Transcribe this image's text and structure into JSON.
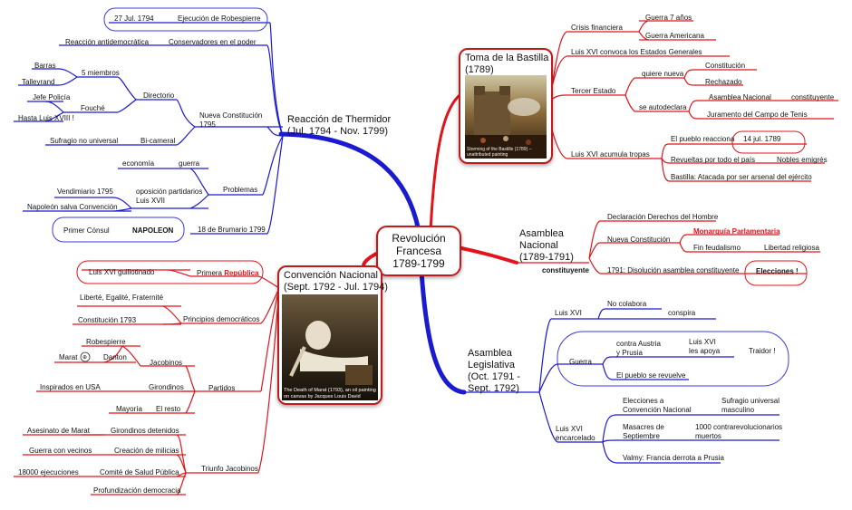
{
  "central": {
    "l1": "Revolución",
    "l2": "Francesa",
    "l3": "1789-1799"
  },
  "colors": {
    "red": "#e1141b",
    "blue": "#1a1ad0",
    "dark_red": "#c21a1a"
  },
  "toma": {
    "title_l1": "Toma de la Bastilla",
    "title_l2": "(1789)",
    "caption": "Storming of the Bastille (1789) – unattributed painting",
    "crisis": "Crisis financiera",
    "guerra7": "Guerra 7 años",
    "guerra_am": "Guerra Americana",
    "luis_convoca": "Luis XVI convoca los Estados Generales",
    "tercer": "Tercer Estado",
    "quiere": "quiere nueva",
    "constitucion": "Constitución",
    "rechazado": "Rechazado",
    "autodeclara": "se autodeclara",
    "asamblea_nac": "Asamblea Nacional",
    "constituyente": "constituyente",
    "juramento": "Juramento del Campo de Tenis",
    "acumula": "Luis XVI acumula tropas",
    "pueblo_reacciona": "El pueblo reacciona",
    "fecha": "14 jul. 1789",
    "revueltas": "Revueltas por todo el país",
    "nobles": "Nobles emigrés",
    "bastilla": "Bastilla: Atacada por ser arsenal del ejército"
  },
  "asamblea_nacional": {
    "title_l1": "Asamblea",
    "title_l2": "Nacional",
    "title_l3": "(1789-1791)",
    "constituyente": "constituyente",
    "declaracion": "Declaración Derechos del Hombre",
    "nueva_const": "Nueva Constitución",
    "monarquia": "Monarquía Parlamentaria",
    "fin_feud": "Fin feudalismo",
    "libertad": "Libertad religiosa",
    "disolucion": "1791: Disolución asamblea constituyente",
    "elecciones": "Elecciones !"
  },
  "asamblea_leg": {
    "title_l1": "Asamblea",
    "title_l2": "Legislativa",
    "title_l3": "(Oct. 1791 -",
    "title_l4": "Sept. 1792)",
    "luis": "Luis XVI",
    "no_colabora": "No colabora",
    "conspira": "conspira",
    "guerra": "Guerra",
    "contra": "contra Austria",
    "prusia": "y Prusia",
    "luisxvi": "Luis XVI",
    "apoya": "les apoya",
    "traidor": "Traidor !",
    "revuelve": "El pueblo se revuelve",
    "encarcelado_l1": "Luis XVI",
    "encarcelado_l2": "encarcelado",
    "elecciones_l1": "Elecciones a",
    "elecciones_l2": "Convención Nacional",
    "sufragio_l1": "Sufragio universal",
    "sufragio_l2": "masculino",
    "masacres_l1": "Masacres de",
    "masacres_l2": "Septiembre",
    "mil_l1": "1000 contrarevolucionarios",
    "mil_l2": "muertos",
    "valmy": "Valmy: Francia derrota a Prusia"
  },
  "thermidor": {
    "title_l1": "Reacción de Thermidor",
    "title_l2": "(Jul. 1794 - Nov. 1799)",
    "fecha": "27 Jul. 1794",
    "ejecucion": "Ejecución de Robespierre",
    "reaccion": "Reacción antidemocrática",
    "conservadores": "Conservadores en el poder",
    "barras": "Barras",
    "miembros": "5 miembros",
    "talleyrand": "Talleyrand",
    "directorio": "Directorio",
    "jefe": "Jefe Policía",
    "fouche": "Fouché",
    "hasta": "Hasta Luis XVIII !",
    "nueva_const_l1": "Nueva Constitución",
    "nueva_const_l2": "1795",
    "sufragio": "Sufragio no universal",
    "bicameral": "Bi-cameral",
    "economia": "economía",
    "guerra": "guerra",
    "problemas": "Problemas",
    "vendimiario": "Vendimiario 1795",
    "oposicion_l1": "oposición partidarios",
    "oposicion_l2": "Luis XVII",
    "napoleon_salva": "Napoleón salva Convención",
    "primer": "Primer Cónsul",
    "napoleon": "NAPOLEON",
    "brumario": "18 de Brumario 1799"
  },
  "convencion": {
    "title_l1": "Convención Nacional",
    "title_l2": "(Sept. 1792 - Jul. 1794)",
    "caption": "The Death of Marat (1793), an oil painting on canvas by Jacques Louis David",
    "guillotinado": "Luis XVI guillotinado",
    "primera": "Primera",
    "republica": "República",
    "liberte": "Liberté, Egalité, Fraternité",
    "principios": "Principios democráticos",
    "const1793": "Constitución 1793",
    "robespierre": "Robespierre",
    "marat": "Marat",
    "danton": "Danton",
    "jacobinos": "Jacobinos",
    "inspirados": "Inspirados en USA",
    "girondinos": "Girondinos",
    "partidos": "Partidos",
    "mayoria": "Mayoría",
    "resto": "El resto",
    "asesinato": "Asesinato de Marat",
    "gir_detenidos": "Girondinos detenidos",
    "guerra_vecinos": "Guerra con vecinos",
    "milicias": "Creación de milicias",
    "ejecuciones": "18000 ejecuciones",
    "comite": "Comité de Salud Pública",
    "triunfo": "Triunfo Jacobinos",
    "profundizacion": "Profundización democracia"
  }
}
